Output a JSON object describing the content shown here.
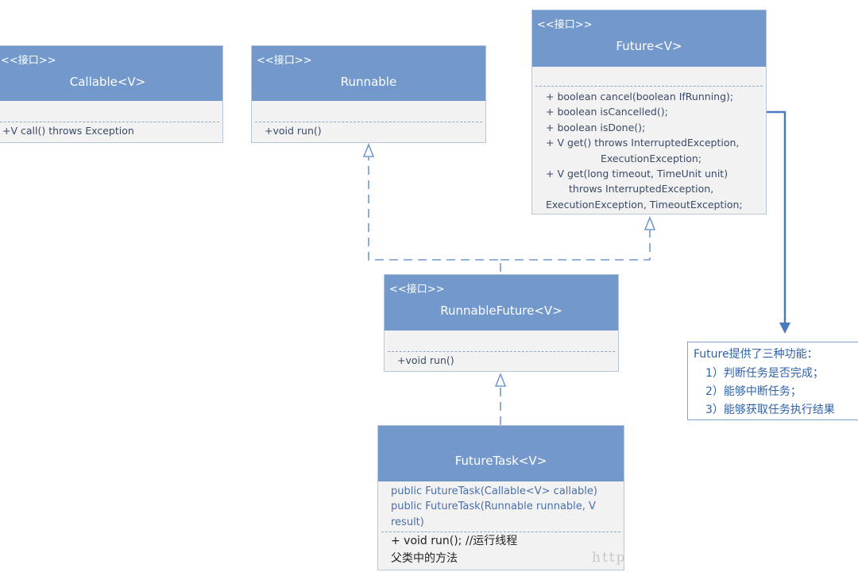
{
  "boxes": {
    "callable": {
      "stereotype": "<<接口>>",
      "name": "Callable<V>",
      "methods": [
        "+V call() throws Exception"
      ]
    },
    "runnable": {
      "stereotype": "<<接口>>",
      "name": "Runnable",
      "methods": [
        "+void run()"
      ]
    },
    "future": {
      "stereotype": "<<接口>>",
      "name": "Future<V>",
      "methods": [
        "+ boolean cancel(boolean IfRunning);",
        "+ boolean isCancelled();",
        "+ boolean isDone();",
        "+ V get() throws InterruptedException,",
        "ExecutionException;",
        "+ V get(long timeout, TimeUnit unit)",
        "throws InterruptedException,",
        "ExecutionException, TimeoutException;"
      ]
    },
    "runnable_future": {
      "stereotype": "<<接口>>",
      "name": "RunnableFuture<V>",
      "methods": [
        "+void run()"
      ]
    },
    "future_task": {
      "name": "FutureTask<V>",
      "constructors": [
        "public FutureTask(Callable<V> callable)",
        "public FutureTask(Runnable runnable, V",
        "result)"
      ],
      "methods": [
        "+ void run(); //运行线程",
        "父类中的方法"
      ]
    }
  },
  "note": {
    "lines": [
      "Future提供了三种功能：",
      "1）判断任务是否完成；",
      "2）能够中断任务；",
      "3）能够获取任务执行结果"
    ]
  },
  "watermark": "http"
}
